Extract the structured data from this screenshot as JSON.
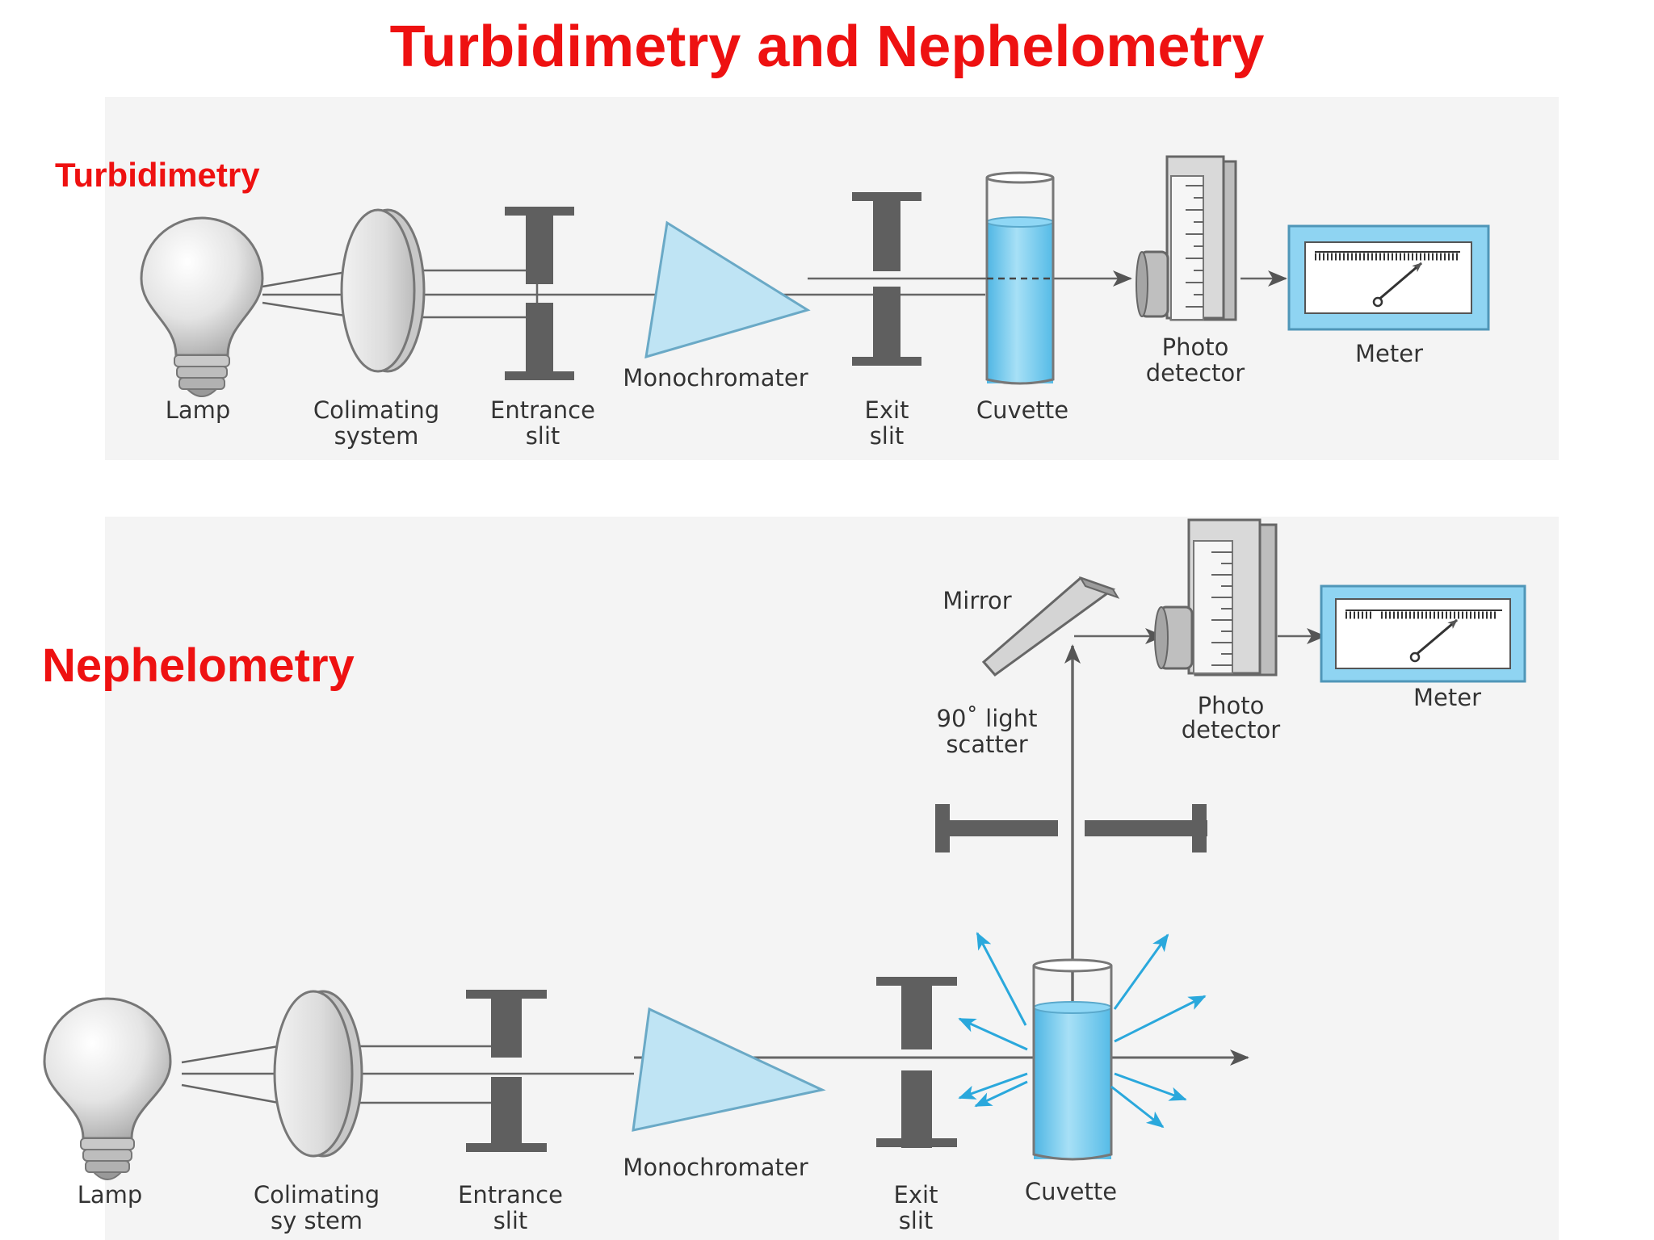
{
  "title": "Turbidimetry and Nephelometry",
  "turbidimetry": {
    "heading": "Turbidimetry",
    "labels": {
      "lamp": "Lamp",
      "colimating_1": "Colimating",
      "colimating_2": "system",
      "entrance_1": "Entrance",
      "entrance_2": "slit",
      "monochromater": "Monochromater",
      "exit_1": "Exit",
      "exit_2": "slit",
      "cuvette": "Cuvette",
      "photo_1": "Photo",
      "photo_2": "detector",
      "meter": "Meter"
    }
  },
  "nephelometry": {
    "heading": "Nephelometry",
    "labels": {
      "lamp": "Lamp",
      "colimating_1": "Colimating",
      "colimating_2": "sy stem",
      "entrance_1": "Entrance",
      "entrance_2": "slit",
      "monochromater": "Monochromater",
      "exit_1": "Exit",
      "exit_2": "slit",
      "cuvette": "Cuvette",
      "mirror": "Mirror",
      "scatter_1": "90˚ light",
      "scatter_2": "scatter",
      "photo_1": "Photo",
      "photo_2": "detector",
      "meter": "Meter"
    }
  },
  "colors": {
    "title_red": "#ee1111",
    "liquid_blue": "#7fd0f0",
    "prism_blue": "#bfe4f4",
    "meter_frame_blue": "#8fd4f2",
    "scatter_arrow_blue": "#2aa8dc",
    "slit_gray": "#5f5f5f"
  }
}
